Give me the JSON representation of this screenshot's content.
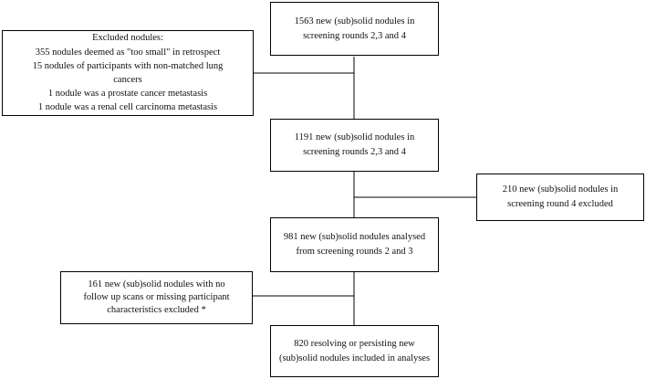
{
  "flowchart": {
    "start": {
      "lines": [
        "1563 new (sub)solid nodules in",
        "screening rounds 2,3 and 4"
      ]
    },
    "excluded_first": {
      "lines": [
        "Excluded nodules:",
        "355 nodules deemed as \"too small\" in retrospect",
        "15 nodules of participants with non-matched lung",
        "cancers",
        "1 nodule was a prostate cancer metastasis",
        "1 nodule was a renal cell carcinoma metastasis"
      ]
    },
    "second": {
      "lines": [
        "1191 new (sub)solid nodules in",
        "screening rounds 2,3 and 4"
      ]
    },
    "excluded_round4": {
      "lines": [
        "210 new (sub)solid nodules in",
        "screening round 4 excluded"
      ]
    },
    "analysed": {
      "lines": [
        "981 new (sub)solid nodules analysed",
        "from screening rounds 2 and 3"
      ]
    },
    "excluded_followup": {
      "lines": [
        "161 new (sub)solid nodules with no",
        "follow up scans or missing participant",
        "characteristics excluded *"
      ]
    },
    "final": {
      "lines": [
        "820 resolving or persisting new",
        "(sub)solid nodules included in analyses"
      ]
    }
  }
}
